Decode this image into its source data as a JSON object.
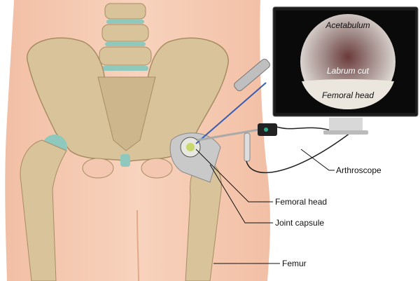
{
  "labels": {
    "arthroscope": "Arthroscope",
    "femoral_head": "Femoral head",
    "joint_capsule": "Joint capsule",
    "femur": "Femur"
  },
  "monitor": {
    "top_label": "Acetabulum",
    "middle_label": "Labrum cut",
    "bottom_label": "Femoral head"
  },
  "colors": {
    "skin": "#f6c9b1",
    "bone": "#d8c39b",
    "cartilage": "#8fc8bd",
    "screen": "#0a0a0a"
  }
}
